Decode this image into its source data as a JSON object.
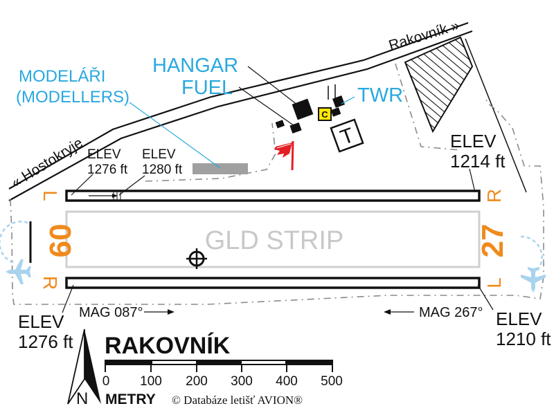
{
  "colors": {
    "cyan": "#29a8e0",
    "orange": "#f08a1c",
    "red": "#e31e24",
    "yellow": "#ffe800",
    "gray_label": "#c8c8c8",
    "gray_block": "#a0a0a0",
    "plane": "#a9d3ee",
    "black": "#111111"
  },
  "roads": {
    "west": "« Hostokryje",
    "east": "Rakovník »"
  },
  "facilities": {
    "modellers_line1": "MODELÁŘI",
    "modellers_line2": "(MODELLERS)",
    "hangar": "HANGAR",
    "fuel": "FUEL",
    "tower": "TWR",
    "c_marker": "C",
    "t_marker": "T"
  },
  "elevations": {
    "label": "ELEV",
    "north_west": "1276 ft",
    "north_mid": "1280 ft",
    "north_east": "1214 ft",
    "south_west": "1276 ft",
    "south_east": "1210 ft"
  },
  "runway": {
    "glider_strip": "GLD STRIP",
    "designator_west": "09",
    "designator_east": "27",
    "left_marker": "L",
    "right_marker": "R",
    "mag_west": "MAG 087°",
    "mag_east": "MAG 267°"
  },
  "scale": {
    "airport_name": "RAKOVNÍK",
    "unit": "METRY",
    "ticks": [
      "0",
      "100",
      "200",
      "300",
      "400",
      "500"
    ],
    "north_label": "N",
    "copyright": "© Databáze letišť AVION®"
  }
}
